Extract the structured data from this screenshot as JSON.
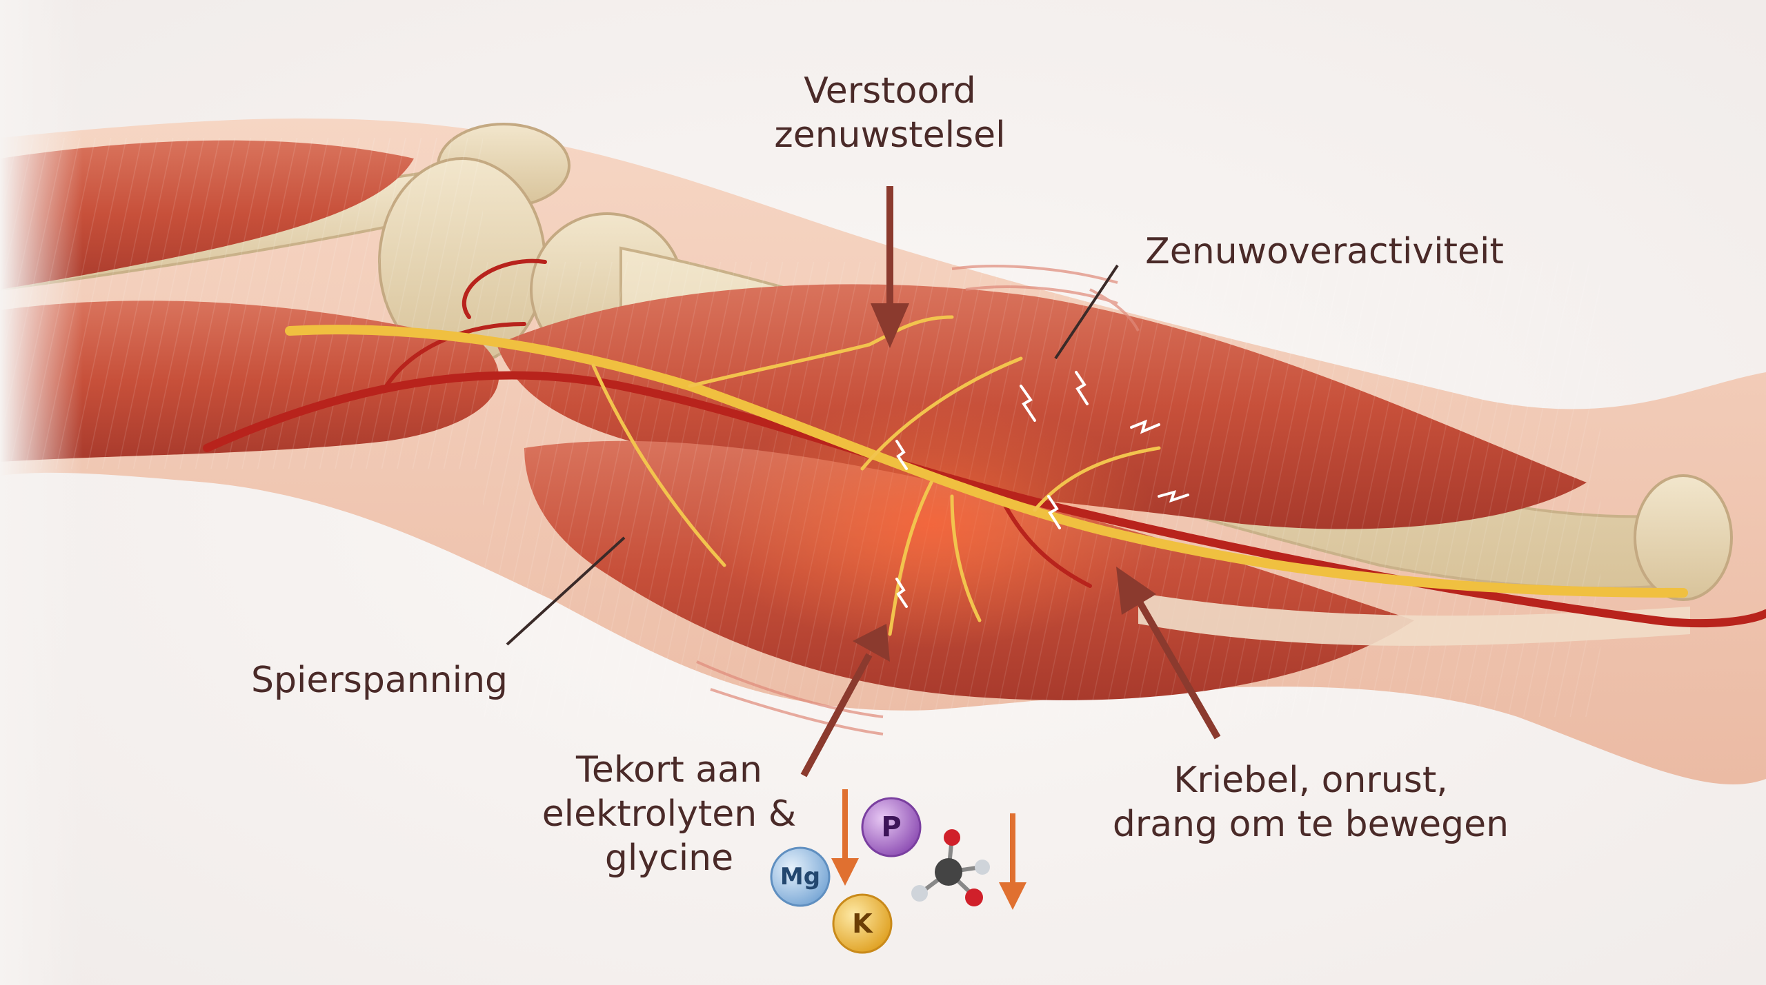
{
  "labels": {
    "disturbed_nervous_system": [
      "Verstoord",
      "zenuwstelsel"
    ],
    "nerve_overactivity": "Zenuwoveractiviteit",
    "muscle_tension": "Spierspanning",
    "deficiency": [
      "Tekort aan",
      "elektrolyten &",
      "glycine"
    ],
    "restlessness": [
      "Kriebel, onrust,",
      "drang om te bewegen"
    ]
  },
  "ions": {
    "phosphorus": "P",
    "magnesium": "Mg",
    "potassium": "K"
  },
  "colors": {
    "label_text": "#4a2a28",
    "arrow": "#8b3a2e",
    "down_arrow": "#e07030",
    "nerve": "#f0c040",
    "muscle": "#c9503a",
    "vessel": "#b8231c",
    "bone": "#e6d6b4",
    "skin": "#f2c8b0"
  },
  "icons": [
    "down-arrow-icon",
    "molecule-icon"
  ]
}
